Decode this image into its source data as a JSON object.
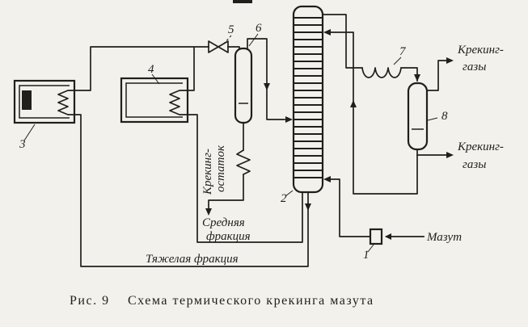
{
  "figure": {
    "caption_label": "Рис. 9",
    "caption_text": "Схема термического крекинга мазута"
  },
  "labels": {
    "feed": "Мазут",
    "gases_top": {
      "l1": "Крекинг-",
      "l2": "газы"
    },
    "gases_bottom": {
      "l1": "Крекинг-",
      "l2": "газы"
    },
    "residue": {
      "l1": "Крекинг-",
      "l2": "остаток"
    },
    "middle": {
      "l1": "Средняя",
      "l2": "фракция"
    },
    "heavy": "Тяжелая фракция"
  },
  "numbers": {
    "pump": "1",
    "column": "2",
    "furnace_left": "3",
    "furnace_right": "4",
    "valve": "5",
    "evaporator": "6",
    "condenser": "7",
    "separator": "8"
  },
  "colors": {
    "paper": "#f2f1ec",
    "ink": "#211f1b"
  }
}
